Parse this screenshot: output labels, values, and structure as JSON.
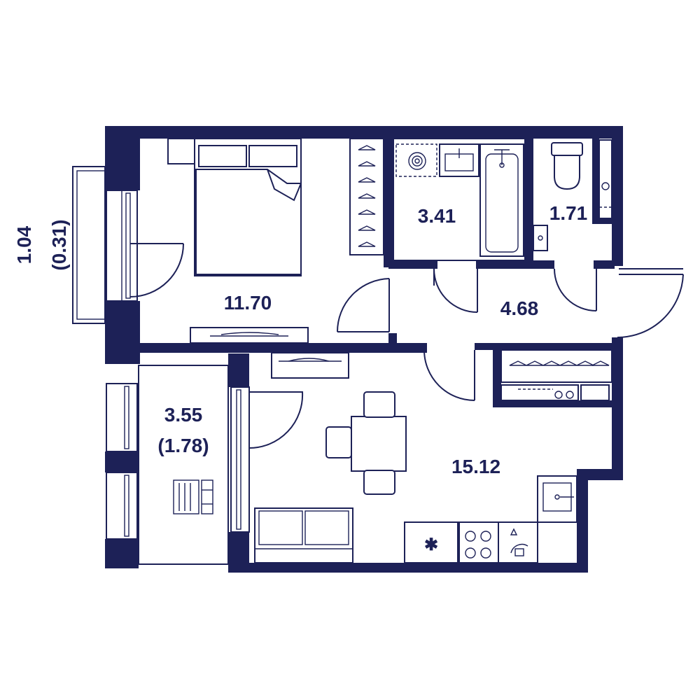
{
  "colors": {
    "wall": "#1d2157",
    "background": "#ffffff"
  },
  "rooms": {
    "bedroom_area": "11.70",
    "bathroom_area": "3.41",
    "toilet_area": "1.71",
    "hall_area": "4.68",
    "kitchen_living_area": "15.12",
    "loggia_area": "3.55",
    "loggia_reduced_area": "(1.78)",
    "balcony_area": "1.04",
    "balcony_reduced_area": "(0.31)"
  },
  "icons": [
    "double-bed-icon",
    "wardrobe-hangers-icon",
    "washing-machine-icon",
    "bathroom-sink-icon",
    "bathtub-icon",
    "toilet-icon",
    "wall-sink-icon",
    "boiler-icon",
    "dining-table-icon",
    "sofa-icon",
    "fridge-icon",
    "cooktop-icon",
    "oven-icon",
    "kitchen-sink-icon",
    "loggia-chair-icon",
    "door-swing-icon",
    "window-icon",
    "radiator-icon"
  ]
}
